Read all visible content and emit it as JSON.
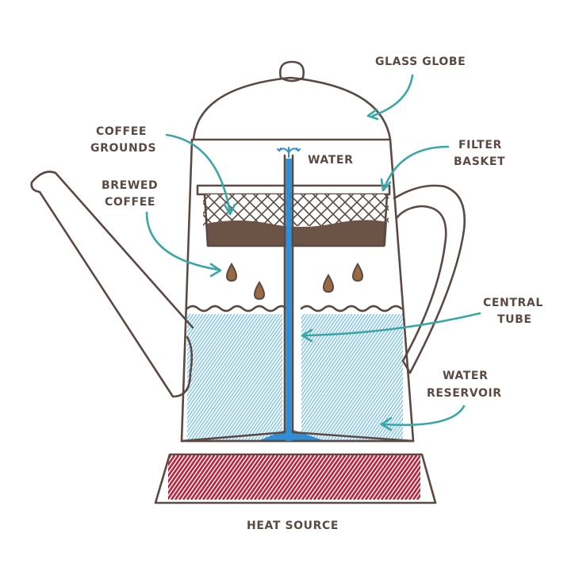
{
  "labels": {
    "glass_globe": "GLASS GLOBE",
    "coffee_grounds_1": "COFFEE",
    "coffee_grounds_2": "GROUNDS",
    "water": "WATER",
    "filter_basket_1": "FILTER",
    "filter_basket_2": "BASKET",
    "brewed_coffee_1": "BREWED",
    "brewed_coffee_2": "COFFEE",
    "central_tube_1": "CENTRAL",
    "central_tube_2": "TUBE",
    "water_reservoir_1": "WATER",
    "water_reservoir_2": "RESERVOIR",
    "heat_source": "HEAT SOURCE"
  },
  "colors": {
    "outline": "#5a4a43",
    "arrow": "#3aa7a6",
    "water_hatch": "#8cc8ea",
    "tube_water": "#2e8fd6",
    "coffee": "#6b5446",
    "drop": "#9a6a42",
    "heat": "#c0203a"
  }
}
